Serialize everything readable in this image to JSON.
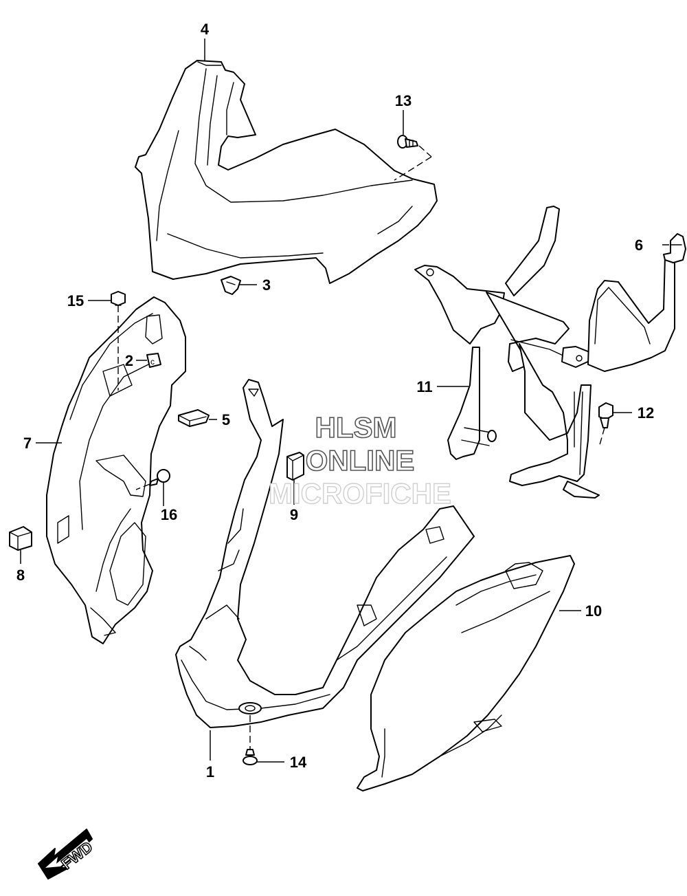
{
  "watermark": {
    "line1": "HLSM",
    "line2": "ONLINE",
    "line3": "MICROFICHE"
  },
  "fwd_label": "FWD",
  "callouts": [
    {
      "id": "1",
      "label": "1"
    },
    {
      "id": "2",
      "label": "2"
    },
    {
      "id": "3",
      "label": "3"
    },
    {
      "id": "4",
      "label": "4"
    },
    {
      "id": "5",
      "label": "5"
    },
    {
      "id": "6",
      "label": "6"
    },
    {
      "id": "7",
      "label": "7"
    },
    {
      "id": "8",
      "label": "8"
    },
    {
      "id": "9",
      "label": "9"
    },
    {
      "id": "10",
      "label": "10"
    },
    {
      "id": "11",
      "label": "11"
    },
    {
      "id": "12",
      "label": "12"
    },
    {
      "id": "13",
      "label": "13"
    },
    {
      "id": "14",
      "label": "14"
    },
    {
      "id": "15",
      "label": "15"
    },
    {
      "id": "16",
      "label": "16"
    }
  ]
}
